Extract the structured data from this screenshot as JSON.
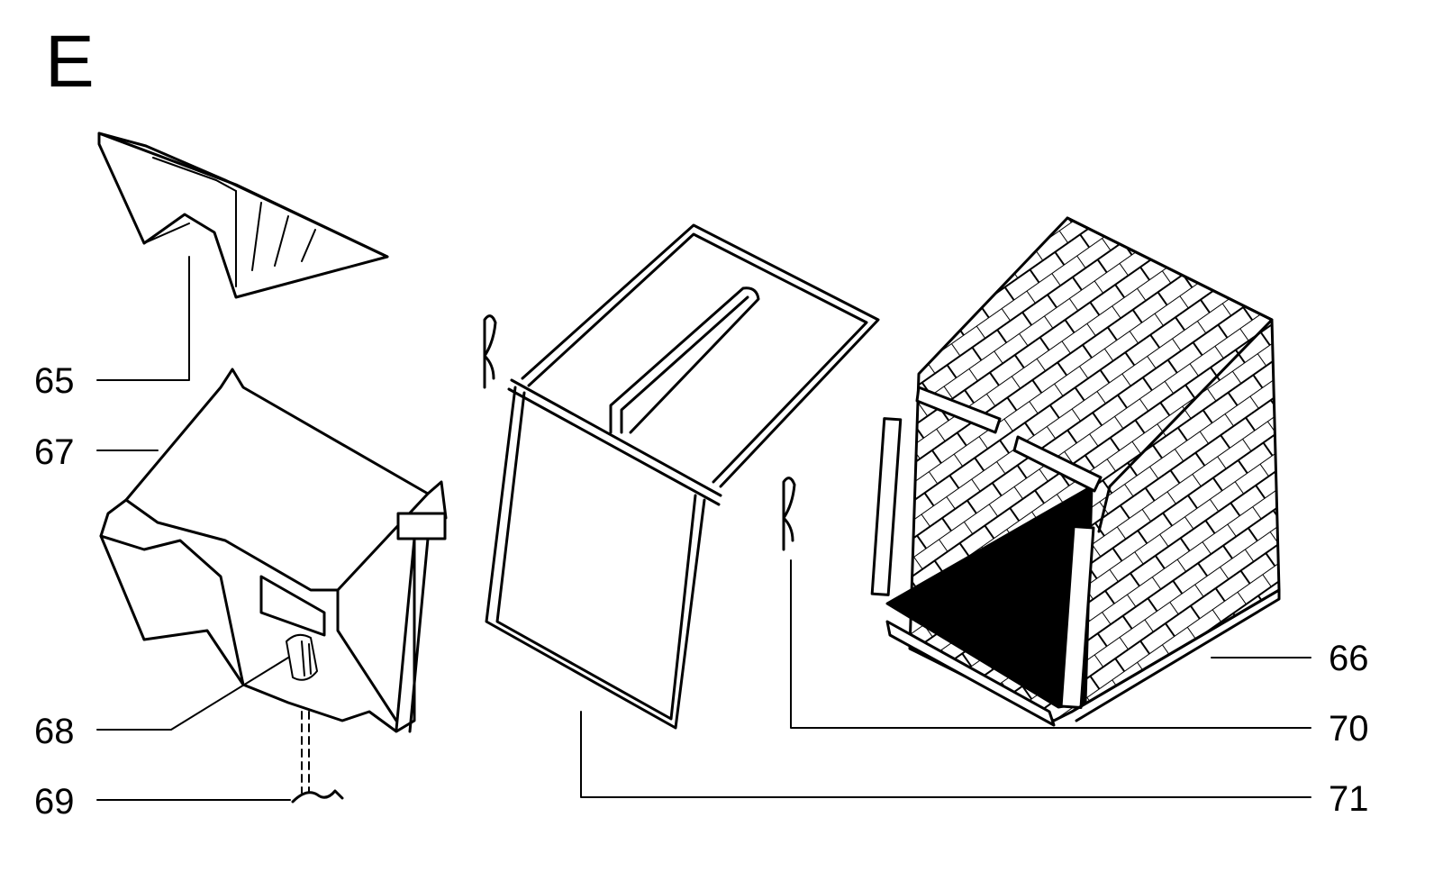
{
  "section_letter": "E",
  "callouts": {
    "c65": "65",
    "c67": "67",
    "c68": "68",
    "c69": "69",
    "c66": "66",
    "c70": "70",
    "c71": "71"
  },
  "colors": {
    "ink": "#000000",
    "paper": "#ffffff"
  }
}
